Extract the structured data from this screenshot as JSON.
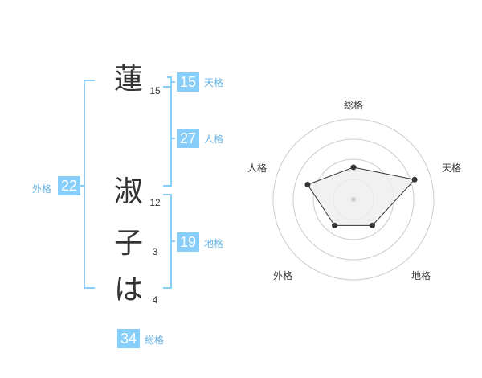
{
  "name_chars": [
    {
      "char": "蓮",
      "strokes": "15"
    },
    {
      "char": "淑",
      "strokes": "12"
    },
    {
      "char": "子",
      "strokes": "3"
    },
    {
      "char": "は",
      "strokes": "4"
    }
  ],
  "fortunes": {
    "tenkaku": {
      "value": "15",
      "label": "天格"
    },
    "jinkaku": {
      "value": "27",
      "label": "人格"
    },
    "chikaku": {
      "value": "19",
      "label": "地格"
    },
    "gaikaku": {
      "value": "22",
      "label": "外格"
    },
    "soukaku": {
      "value": "34",
      "label": "総格"
    }
  },
  "colors": {
    "accent": "#87cefa",
    "accent_text": "#66b3e6",
    "bracket": "#87cefa",
    "grid": "#cccccc",
    "polygon_fill": "#eeeeee",
    "polygon_stroke": "#333333",
    "point": "#333333"
  },
  "chart_data": {
    "type": "radar",
    "axes": [
      "総格",
      "天格",
      "地格",
      "外格",
      "人格"
    ],
    "values": [
      0.4,
      0.8,
      0.4,
      0.4,
      0.6
    ],
    "range": [
      0,
      1
    ],
    "rings": 4,
    "grid": true,
    "series": [
      {
        "values": [
          0.4,
          0.8,
          0.4,
          0.4,
          0.6
        ]
      }
    ]
  }
}
